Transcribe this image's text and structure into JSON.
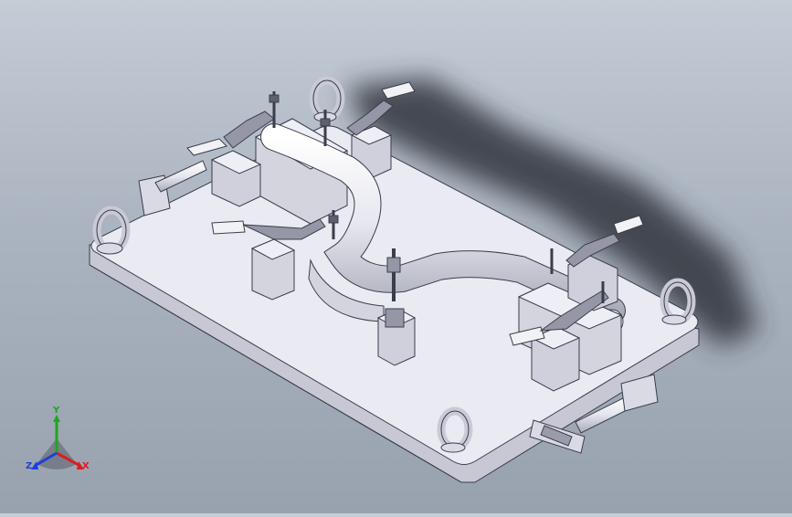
{
  "app": {
    "title": ""
  },
  "triad": {
    "x_label": "X",
    "y_label": "Y",
    "z_label": "Z",
    "x_color": "#d81e1e",
    "y_color": "#1fa51f",
    "z_color": "#1e3fd8"
  },
  "scene": {
    "background_top": "#c4ccd6",
    "background_bottom": "#98a2ae",
    "part_fill": "#e8e9f1",
    "part_shade": "#c9cad6",
    "edge_color": "#3a3d4a",
    "clamp_handle_color": "#f2f2f6"
  }
}
